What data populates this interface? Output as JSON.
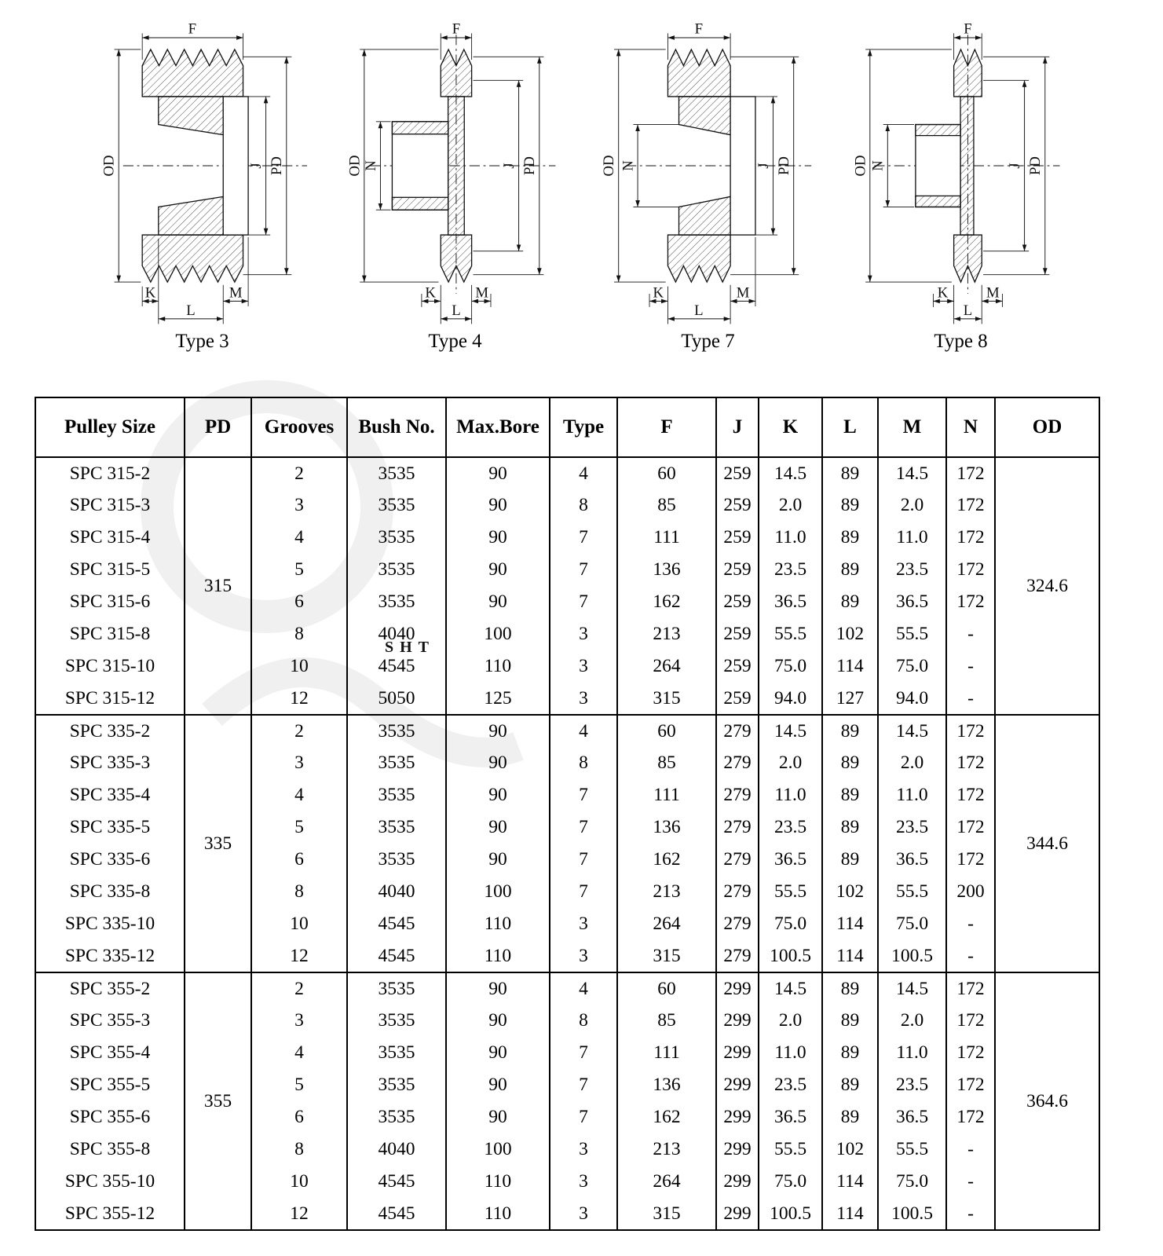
{
  "colors": {
    "line": "#000000",
    "watermark": "#f0f0f0"
  },
  "watermark": {
    "text": "SHT"
  },
  "diagrams": [
    {
      "caption": "Type 3",
      "labels": {
        "F": "F",
        "OD": "OD",
        "J": "J",
        "PD": "PD",
        "K": "K",
        "L": "L",
        "M": "M"
      }
    },
    {
      "caption": "Type 4",
      "labels": {
        "F": "F",
        "OD": "OD",
        "N": "N",
        "J": "J",
        "PD": "PD",
        "K": "K",
        "L": "L",
        "M": "M"
      }
    },
    {
      "caption": "Type 7",
      "labels": {
        "F": "F",
        "OD": "OD",
        "N": "N",
        "J": "J",
        "PD": "PD",
        "K": "K",
        "L": "L",
        "M": "M"
      }
    },
    {
      "caption": "Type 8",
      "labels": {
        "F": "F",
        "OD": "OD",
        "N": "N",
        "J": "J",
        "PD": "PD",
        "K": "K",
        "L": "L",
        "M": "M"
      }
    }
  ],
  "table": {
    "headers": [
      "Pulley Size",
      "PD",
      "Grooves",
      "Bush No.",
      "Max.Bore",
      "Type",
      "F",
      "J",
      "K",
      "L",
      "M",
      "N",
      "OD"
    ],
    "groups": [
      {
        "pd": "315",
        "od": "324.6",
        "rows": [
          [
            "SPC 315-2",
            "2",
            "3535",
            "90",
            "4",
            "60",
            "259",
            "14.5",
            "89",
            "14.5",
            "172"
          ],
          [
            "SPC 315-3",
            "3",
            "3535",
            "90",
            "8",
            "85",
            "259",
            "2.0",
            "89",
            "2.0",
            "172"
          ],
          [
            "SPC 315-4",
            "4",
            "3535",
            "90",
            "7",
            "111",
            "259",
            "11.0",
            "89",
            "11.0",
            "172"
          ],
          [
            "SPC 315-5",
            "5",
            "3535",
            "90",
            "7",
            "136",
            "259",
            "23.5",
            "89",
            "23.5",
            "172"
          ],
          [
            "SPC 315-6",
            "6",
            "3535",
            "90",
            "7",
            "162",
            "259",
            "36.5",
            "89",
            "36.5",
            "172"
          ],
          [
            "SPC 315-8",
            "8",
            "4040",
            "100",
            "3",
            "213",
            "259",
            "55.5",
            "102",
            "55.5",
            "-"
          ],
          [
            "SPC 315-10",
            "10",
            "4545",
            "110",
            "3",
            "264",
            "259",
            "75.0",
            "114",
            "75.0",
            "-"
          ],
          [
            "SPC 315-12",
            "12",
            "5050",
            "125",
            "3",
            "315",
            "259",
            "94.0",
            "127",
            "94.0",
            "-"
          ]
        ]
      },
      {
        "pd": "335",
        "od": "344.6",
        "rows": [
          [
            "SPC 335-2",
            "2",
            "3535",
            "90",
            "4",
            "60",
            "279",
            "14.5",
            "89",
            "14.5",
            "172"
          ],
          [
            "SPC 335-3",
            "3",
            "3535",
            "90",
            "8",
            "85",
            "279",
            "2.0",
            "89",
            "2.0",
            "172"
          ],
          [
            "SPC 335-4",
            "4",
            "3535",
            "90",
            "7",
            "111",
            "279",
            "11.0",
            "89",
            "11.0",
            "172"
          ],
          [
            "SPC 335-5",
            "5",
            "3535",
            "90",
            "7",
            "136",
            "279",
            "23.5",
            "89",
            "23.5",
            "172"
          ],
          [
            "SPC 335-6",
            "6",
            "3535",
            "90",
            "7",
            "162",
            "279",
            "36.5",
            "89",
            "36.5",
            "172"
          ],
          [
            "SPC 335-8",
            "8",
            "4040",
            "100",
            "7",
            "213",
            "279",
            "55.5",
            "102",
            "55.5",
            "200"
          ],
          [
            "SPC 335-10",
            "10",
            "4545",
            "110",
            "3",
            "264",
            "279",
            "75.0",
            "114",
            "75.0",
            "-"
          ],
          [
            "SPC 335-12",
            "12",
            "4545",
            "110",
            "3",
            "315",
            "279",
            "100.5",
            "114",
            "100.5",
            "-"
          ]
        ]
      },
      {
        "pd": "355",
        "od": "364.6",
        "rows": [
          [
            "SPC 355-2",
            "2",
            "3535",
            "90",
            "4",
            "60",
            "299",
            "14.5",
            "89",
            "14.5",
            "172"
          ],
          [
            "SPC 355-3",
            "3",
            "3535",
            "90",
            "8",
            "85",
            "299",
            "2.0",
            "89",
            "2.0",
            "172"
          ],
          [
            "SPC 355-4",
            "4",
            "3535",
            "90",
            "7",
            "111",
            "299",
            "11.0",
            "89",
            "11.0",
            "172"
          ],
          [
            "SPC 355-5",
            "5",
            "3535",
            "90",
            "7",
            "136",
            "299",
            "23.5",
            "89",
            "23.5",
            "172"
          ],
          [
            "SPC 355-6",
            "6",
            "3535",
            "90",
            "7",
            "162",
            "299",
            "36.5",
            "89",
            "36.5",
            "172"
          ],
          [
            "SPC 355-8",
            "8",
            "4040",
            "100",
            "3",
            "213",
            "299",
            "55.5",
            "102",
            "55.5",
            "-"
          ],
          [
            "SPC 355-10",
            "10",
            "4545",
            "110",
            "3",
            "264",
            "299",
            "75.0",
            "114",
            "75.0",
            "-"
          ],
          [
            "SPC 355-12",
            "12",
            "4545",
            "110",
            "3",
            "315",
            "299",
            "100.5",
            "114",
            "100.5",
            "-"
          ]
        ]
      }
    ]
  }
}
